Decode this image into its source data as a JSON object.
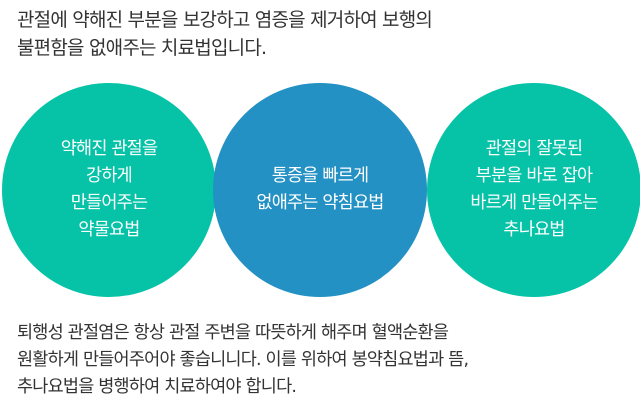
{
  "intro": {
    "lines": [
      "관절에 약해진 부분을 보강하고 염증을 제거하여 보행의",
      "불편함을 없애주는 치료법입니다."
    ]
  },
  "circles": [
    {
      "text": "약해진 관절을\n강하게\n만들어주는\n약물요법",
      "color": "#06c3a8"
    },
    {
      "text": "통증을 빠르게\n없애주는 약침요법",
      "color": "#2391c4"
    },
    {
      "text": "관절의 잘못된\n부분을 바로 잡아\n바르게 만들어주는\n추나요법",
      "color": "#06c3a8"
    }
  ],
  "outro": {
    "lines": [
      "퇴행성 관절염은 항상 관절 주변을 따뜻하게 해주며 혈액순환을",
      "원활하게 만들어주어야 좋습니니다. 이를 위하여 봉약침요법과 뜸,",
      "추나요법을 병행하여 치료하여야 합니다."
    ]
  }
}
